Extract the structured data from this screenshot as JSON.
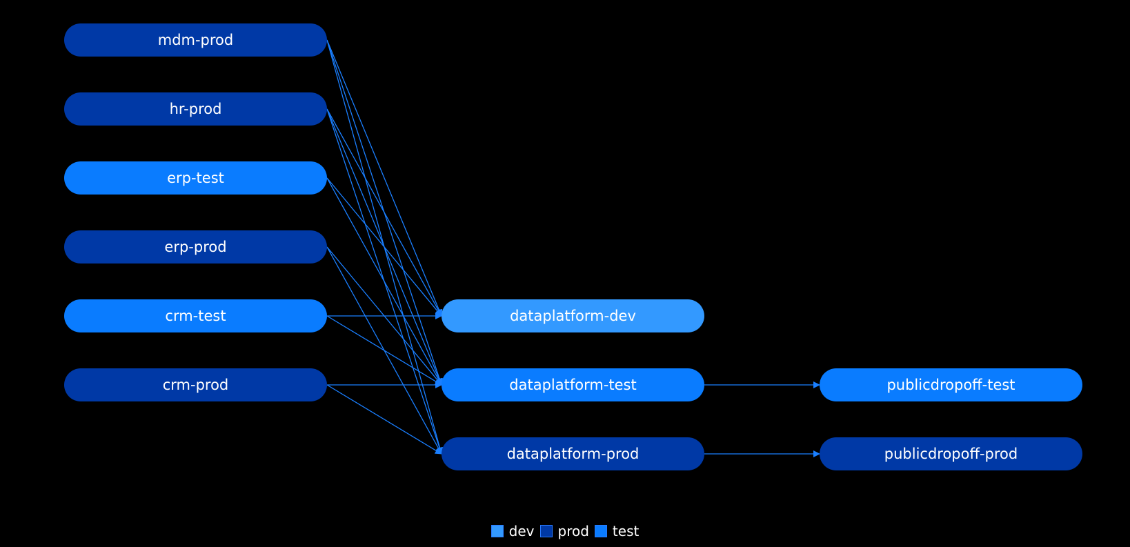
{
  "colors": {
    "dev": "#3399ff",
    "prod": "#0039a6",
    "test": "#0a7cff",
    "edge": "#1a7fff",
    "background": "#000000"
  },
  "nodes": [
    {
      "id": "mdm-prod",
      "label": "mdm-prod",
      "env": "prod"
    },
    {
      "id": "hr-prod",
      "label": "hr-prod",
      "env": "prod"
    },
    {
      "id": "erp-test",
      "label": "erp-test",
      "env": "test"
    },
    {
      "id": "erp-prod",
      "label": "erp-prod",
      "env": "prod"
    },
    {
      "id": "crm-test",
      "label": "crm-test",
      "env": "test"
    },
    {
      "id": "crm-prod",
      "label": "crm-prod",
      "env": "prod"
    },
    {
      "id": "dataplatform-dev",
      "label": "dataplatform-dev",
      "env": "dev"
    },
    {
      "id": "dataplatform-test",
      "label": "dataplatform-test",
      "env": "test"
    },
    {
      "id": "dataplatform-prod",
      "label": "dataplatform-prod",
      "env": "prod"
    },
    {
      "id": "publicdropoff-test",
      "label": "publicdropoff-test",
      "env": "test"
    },
    {
      "id": "publicdropoff-prod",
      "label": "publicdropoff-prod",
      "env": "prod"
    }
  ],
  "edges": [
    {
      "from": "mdm-prod",
      "to": "dataplatform-dev"
    },
    {
      "from": "mdm-prod",
      "to": "dataplatform-test"
    },
    {
      "from": "mdm-prod",
      "to": "dataplatform-prod"
    },
    {
      "from": "hr-prod",
      "to": "dataplatform-dev"
    },
    {
      "from": "hr-prod",
      "to": "dataplatform-test"
    },
    {
      "from": "hr-prod",
      "to": "dataplatform-prod"
    },
    {
      "from": "erp-test",
      "to": "dataplatform-dev"
    },
    {
      "from": "erp-test",
      "to": "dataplatform-test"
    },
    {
      "from": "erp-prod",
      "to": "dataplatform-test"
    },
    {
      "from": "erp-prod",
      "to": "dataplatform-prod"
    },
    {
      "from": "crm-test",
      "to": "dataplatform-dev"
    },
    {
      "from": "crm-test",
      "to": "dataplatform-test"
    },
    {
      "from": "crm-prod",
      "to": "dataplatform-test"
    },
    {
      "from": "crm-prod",
      "to": "dataplatform-prod"
    },
    {
      "from": "dataplatform-test",
      "to": "publicdropoff-test"
    },
    {
      "from": "dataplatform-prod",
      "to": "publicdropoff-prod"
    }
  ],
  "legend": [
    {
      "env": "dev",
      "label": "dev"
    },
    {
      "env": "prod",
      "label": "prod"
    },
    {
      "env": "test",
      "label": "test"
    }
  ]
}
